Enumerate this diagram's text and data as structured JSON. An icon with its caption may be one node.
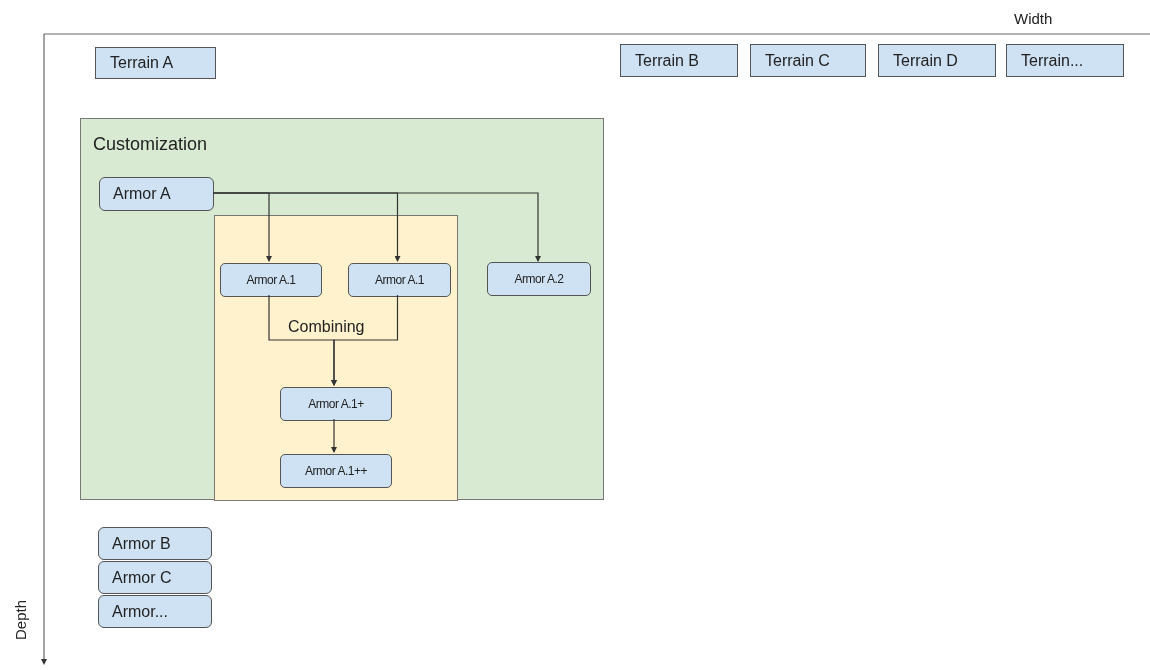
{
  "diagram": {
    "nodes": [
      {
        "text": [
          "Terrain A"
        ]
      },
      {
        "text": [
          "Terrain B"
        ]
      },
      {
        "text": [
          "Terrain C"
        ]
      },
      {
        "text": [
          "Terrain D"
        ]
      },
      {
        "text": [
          "Terrain..."
        ]
      },
      {
        "text": [
          "Customization"
        ]
      },
      {
        "text": [
          "Armor A"
        ],
        "in": 5
      },
      {
        "text": [],
        "shape": "box",
        "in": 5
      },
      {
        "text": [
          "Armor A.1"
        ],
        "in": 7
      },
      {
        "text": [
          "Armor A.1"
        ],
        "in": 7
      },
      {
        "text": [
          "Armor A.2"
        ],
        "in": 5
      },
      {
        "text": [
          "Armor A.1+"
        ],
        "in": 7
      },
      {
        "text": [
          "Armor A.1++"
        ],
        "in": 7
      },
      {
        "text": [
          "Armor B"
        ]
      },
      {
        "text": [
          "Armor C"
        ]
      },
      {
        "text": [
          "Armor..."
        ]
      }
    ],
    "edges": [
      {
        "from": 6,
        "to": 8,
        "arrow": "to"
      },
      {
        "from": 6,
        "to": 9,
        "arrow": "to"
      },
      {
        "from": 6,
        "to": 10,
        "arrow": "to"
      },
      {
        "from": 8,
        "to": 11,
        "arrow": "to",
        "label": "Combining"
      },
      {
        "from": 9,
        "to": 11,
        "arrow": "to"
      },
      {
        "from": 11,
        "to": 12,
        "arrow": "to"
      }
    ],
    "labels": [
      "Width",
      "Depth"
    ]
  }
}
